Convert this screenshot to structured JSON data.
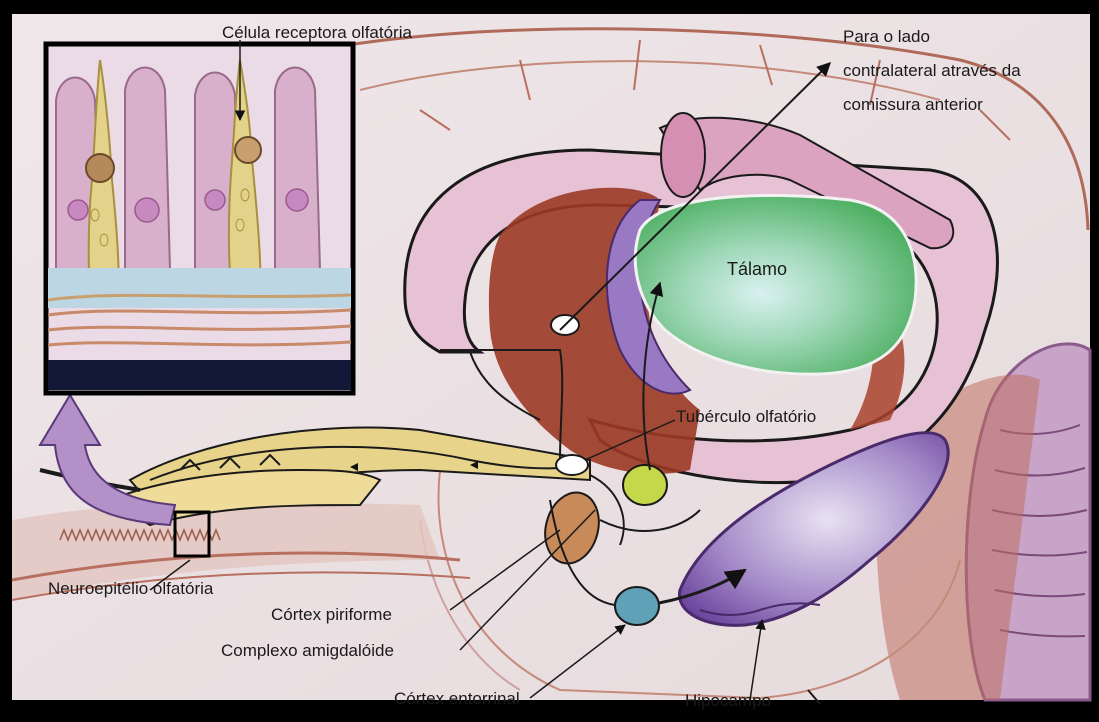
{
  "labels": {
    "receptor_cell": "Célula receptora olfatória",
    "contralateral_line1": "Para o lado",
    "contralateral_line2": "contralateral através da",
    "contralateral_line3": "comissura anterior",
    "thalamus": "Tálamo",
    "olfactory_tubercle": "Tubérculo olfatório",
    "neuroepithelium": "Neuroepitélio olfatória",
    "piriform_cortex": "Córtex piriforme",
    "amygdaloid_complex": "Complexo amigdalóide",
    "entorhinal_cortex": "Córtex entorrinal",
    "hippocampus": "Hipocampo"
  },
  "colors": {
    "background": "#ede3e6",
    "frame": "#000000",
    "thalamus": "#6cc07a",
    "hippocampus": "#7b55a6",
    "striatum": "#9b3a25",
    "callosum": "#e3bfd0",
    "olfactory_tract": "#e8d38a",
    "amygdala": "#c98a5a",
    "tubercle": "#c4d84a",
    "entorhinal": "#5fa1b6"
  }
}
